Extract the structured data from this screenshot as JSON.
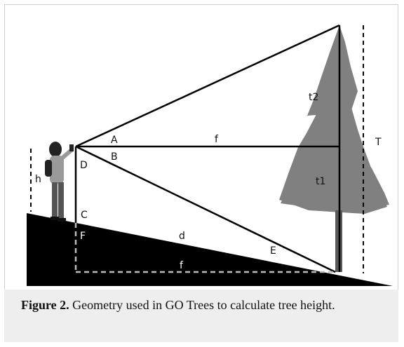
{
  "figure": {
    "caption_label": "Figure 2.",
    "caption_text": " Geometry used in GO Trees to calculate tree height."
  },
  "labels": {
    "h": "h",
    "A": "A",
    "B": "B",
    "C": "C",
    "D": "D",
    "E": "E",
    "F": "F",
    "d": "d",
    "f_top": "f",
    "f_bottom": "f",
    "t1": "t1",
    "t2": "t2",
    "T": "T"
  },
  "colors": {
    "ground": "#000000",
    "tree": "#808080",
    "trunk": "#5a5a5a",
    "dashed_ground": "#bbbbbb",
    "caption_bg": "#eeeeee",
    "person_jacket": "#9a9a9a",
    "person_pants": "#555555"
  }
}
